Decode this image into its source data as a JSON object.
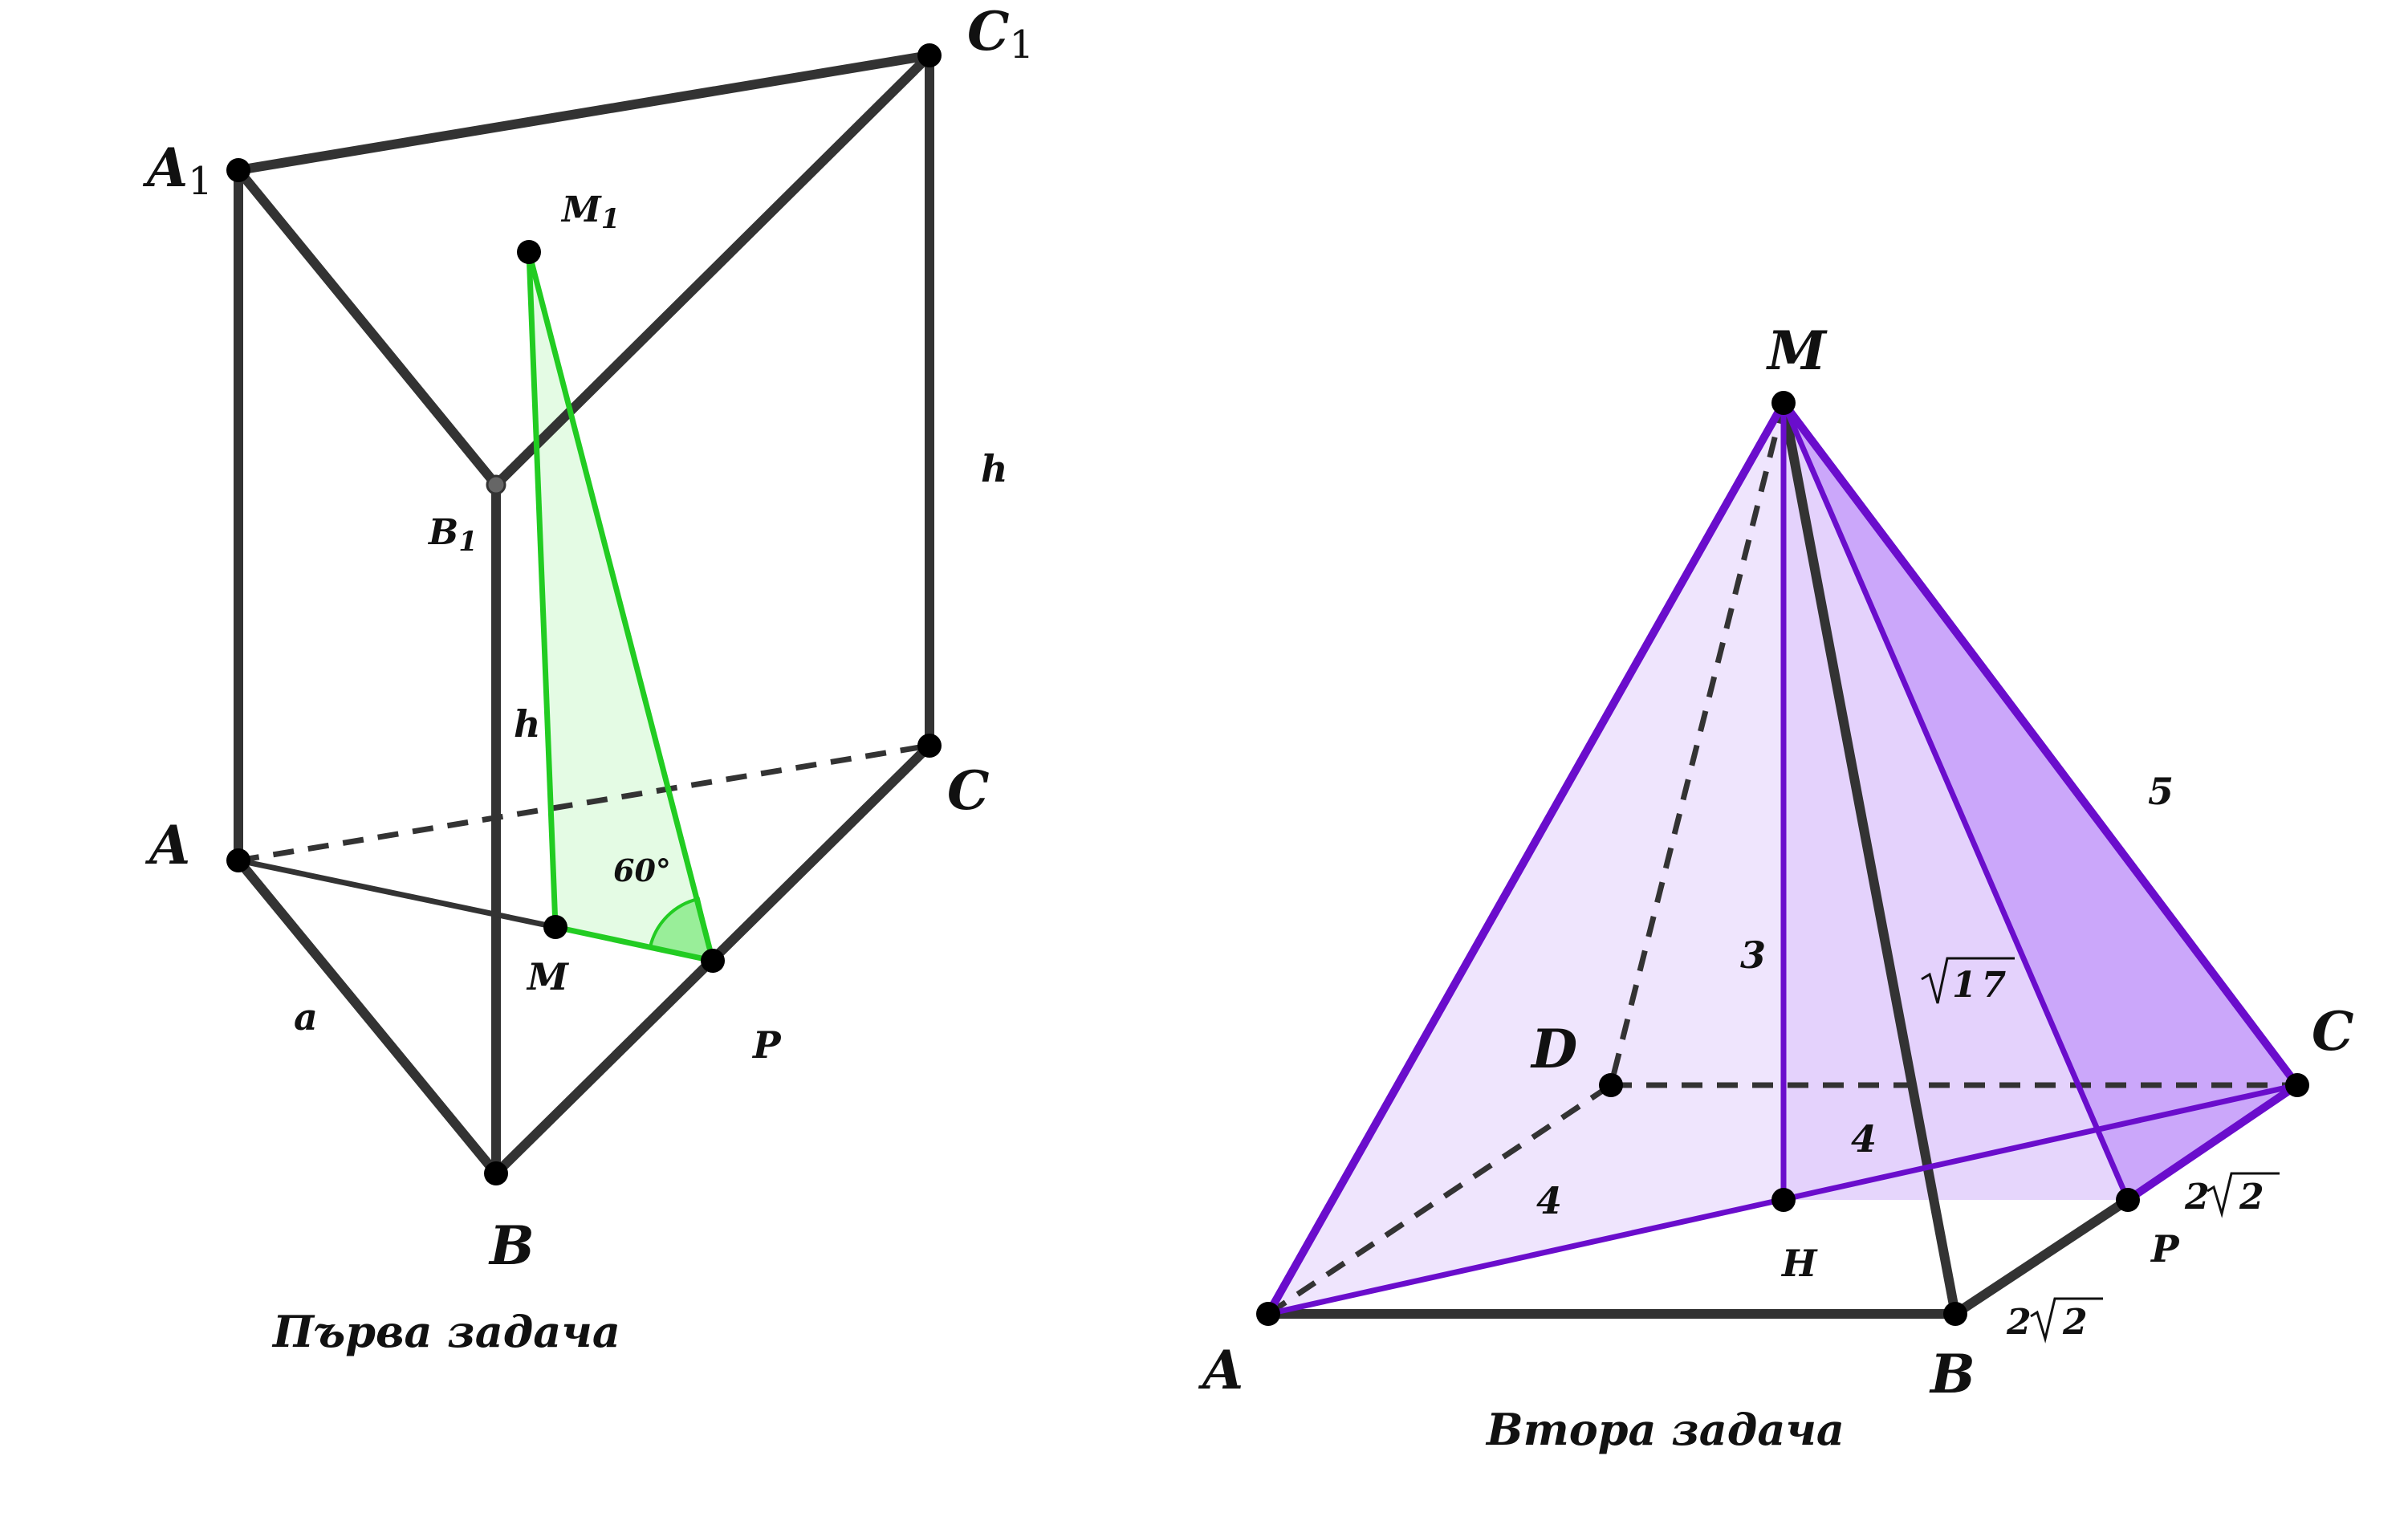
{
  "problem1": {
    "caption": "Първа задача",
    "labels": {
      "A1": "A",
      "A1_sub": "1",
      "C1": "C",
      "C1_sub": "1",
      "M1": "M",
      "M1_sub": "1",
      "B1": "B",
      "B1_sub": "1",
      "A": "A",
      "B": "B",
      "C": "C",
      "M": "M",
      "P": "P",
      "h_right": "h",
      "h_mid": "h",
      "a": "a",
      "angle": "60°"
    },
    "colors": {
      "edges": "#333333",
      "triangle_stroke": "#22cc22",
      "triangle_fill": "#e4fbe4",
      "angle_fill": "#99ee99"
    }
  },
  "problem2": {
    "caption": "Втора задача",
    "labels": {
      "M": "M",
      "A": "A",
      "B": "B",
      "C": "C",
      "D": "D",
      "H": "H",
      "P": "P",
      "five": "5",
      "three": "3",
      "sqrt17_coef": "17",
      "four_left": "4",
      "four_right": "4",
      "two": "2",
      "root_2": "2"
    },
    "colors": {
      "edges": "#333333",
      "purple": "#6a0dcc",
      "face_light": "#efe5fd",
      "face_mid": "#e2cffc",
      "face_dark": "#cba7fa"
    }
  }
}
